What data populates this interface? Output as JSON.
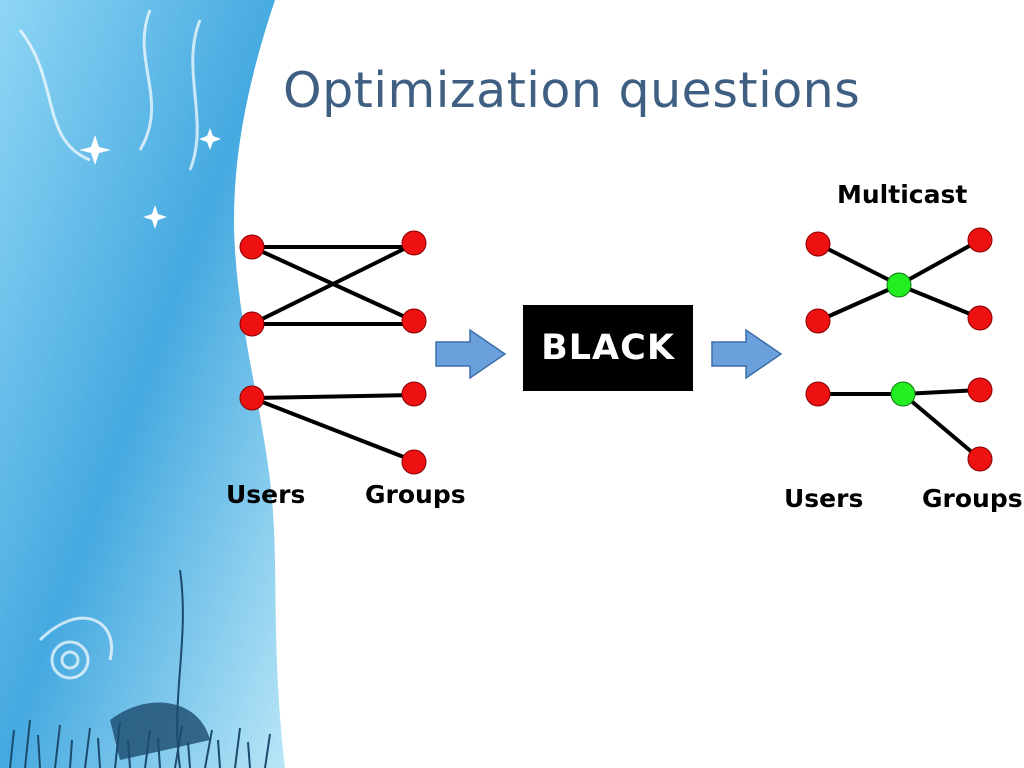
{
  "slide": {
    "title": "Optimization questions"
  },
  "left_diagram": {
    "users_label": "Users",
    "groups_label": "Groups"
  },
  "black_box": {
    "label": "BLACK"
  },
  "right_diagram": {
    "caption": "Multicast",
    "users_label": "Users",
    "groups_label": "Groups"
  },
  "colors": {
    "title": "#3e5f82",
    "node_user": "#ee1111",
    "node_router": "#22ee22",
    "arrow": "#6aa0dc",
    "panel": "#5ab5e6"
  }
}
